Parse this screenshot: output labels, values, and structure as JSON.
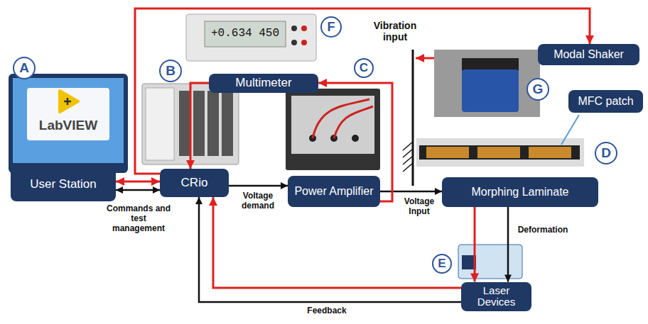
{
  "diagram": {
    "nodes": [
      {
        "text": [
          "A"
        ]
      },
      {
        "text": [
          "User Station"
        ]
      },
      {
        "text": [
          "B"
        ]
      },
      {
        "text": [
          "CRio"
        ]
      },
      {
        "text": [
          "F"
        ]
      },
      {
        "text": [
          "Multimeter"
        ]
      },
      {
        "text": [
          "C"
        ]
      },
      {
        "text": [
          "Power Amplifier"
        ]
      },
      {
        "text": [
          "Modal Shaker"
        ]
      },
      {
        "text": [
          "G"
        ]
      },
      {
        "text": [
          "MFC patch"
        ]
      },
      {
        "text": [
          "D"
        ]
      },
      {
        "text": [
          "Morphing Laminate"
        ]
      },
      {
        "text": [
          "Laser Devices"
        ]
      },
      {
        "text": [
          "E"
        ]
      }
    ],
    "edges": [
      {
        "from": 1,
        "to": 3,
        "arrow": "both",
        "label": "Commands and test management"
      },
      {
        "from": 1,
        "to": 3,
        "arrow": "both"
      },
      {
        "from": 3,
        "to": 7,
        "arrow": "to",
        "label": "Voltage demand"
      },
      {
        "from": 7,
        "to": 12,
        "arrow": "to",
        "label": "Voltage Input"
      },
      {
        "from": 12,
        "to": 13,
        "arrow": "to",
        "label": "Deformation"
      },
      {
        "from": 12,
        "to": 13,
        "arrow": "to"
      },
      {
        "from": 13,
        "to": 3,
        "arrow": "to",
        "label": "Feedback"
      },
      {
        "from": 13,
        "to": 3,
        "arrow": "to"
      },
      {
        "from": 7,
        "to": 5,
        "arrow": "to"
      },
      {
        "from": 5,
        "to": 3,
        "arrow": "to"
      },
      {
        "from": 3,
        "to": 8,
        "arrow": "to"
      }
    ],
    "labels": [
      "Vibration input",
      "LabVIEW",
      "+0.634 450"
    ]
  }
}
